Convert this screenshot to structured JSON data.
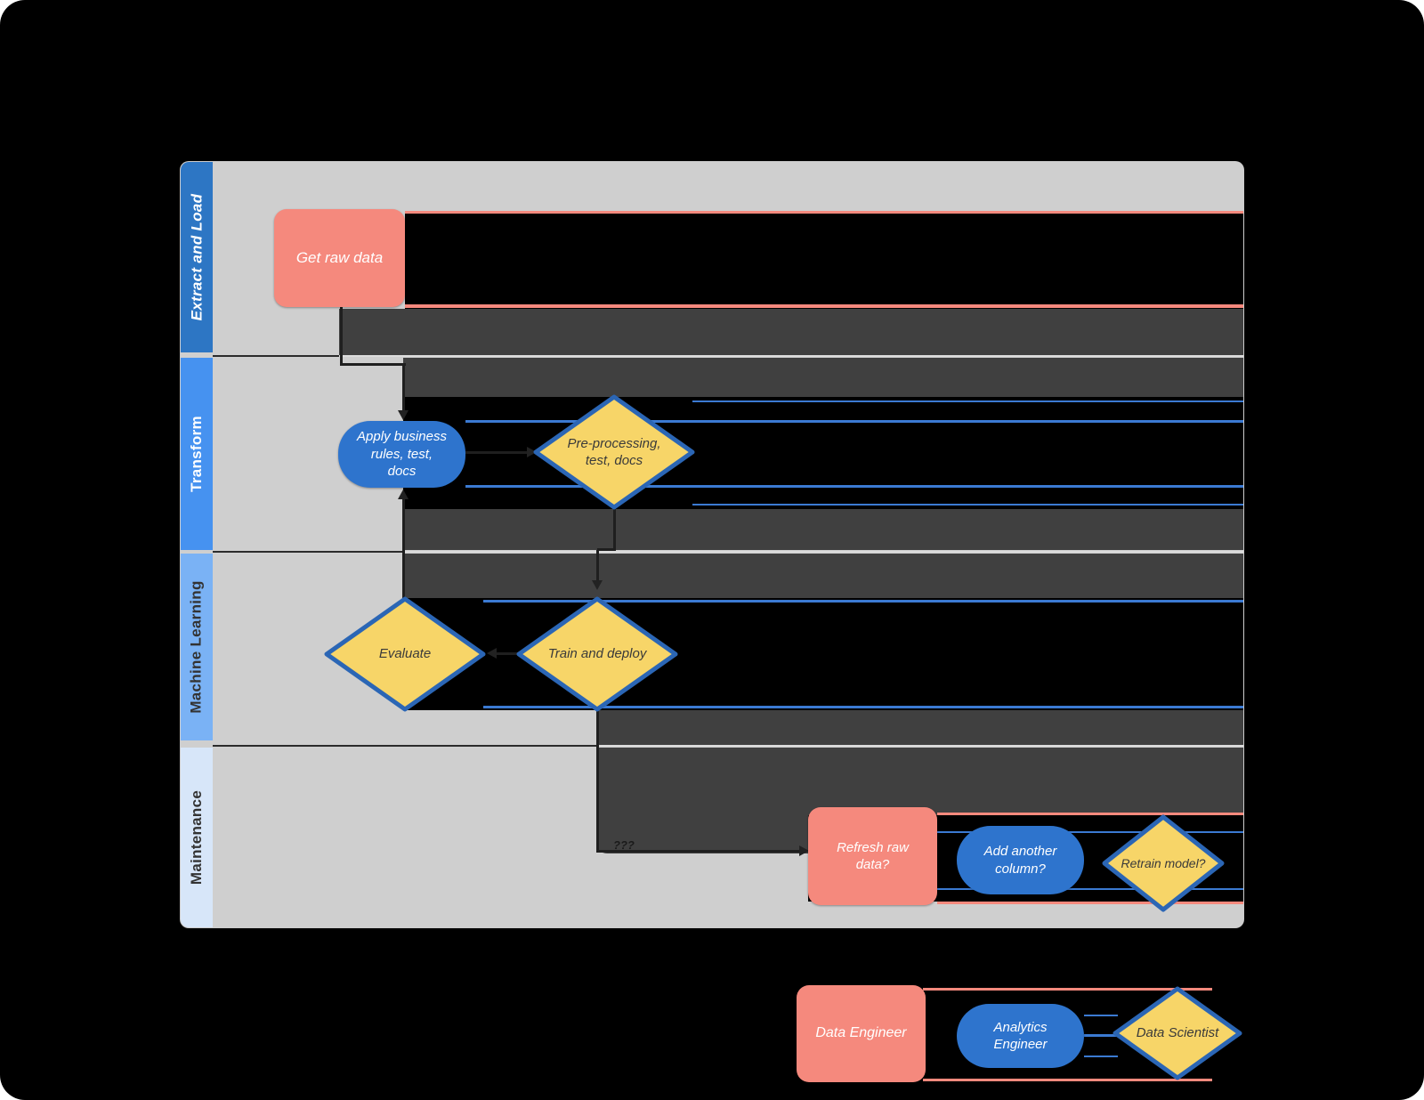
{
  "diagram": {
    "type": "swimlane-flowchart",
    "lanes": [
      {
        "label": "Extract and Load"
      },
      {
        "label": "Transform"
      },
      {
        "label": "Machine Learning"
      },
      {
        "label": "Maintenance"
      }
    ],
    "nodes": {
      "get_raw_data": "Get raw data",
      "apply_rules": "Apply business\nrules, test,\ndocs",
      "preprocessing": "Pre-processing,\ntest, docs",
      "evaluate": "Evaluate",
      "train_deploy": "Train and deploy",
      "refresh_raw_data": "Refresh raw\ndata?",
      "add_column": "Add another\ncolumn?",
      "retrain_model": "Retrain model?"
    },
    "connector_labels": {
      "train_to_refresh": "???"
    },
    "legend": {
      "data_engineer": "Data Engineer",
      "analytics_engineer": "Analytics\nEngineer",
      "data_scientist": "Data Scientist"
    },
    "colors": {
      "lane_header_extract": "#2d76c4",
      "lane_header_transform": "#4692f0",
      "lane_header_ml": "#7ab2f5",
      "lane_header_maintenance": "#d7e6f9",
      "lane_background": "#cfcfcf",
      "overlay_dark_gray": "#404040",
      "overlay_black": "#000000",
      "process_salmon": "#f5897d",
      "pill_blue": "#2e74cd",
      "diamond_fill": "#f7d568",
      "diamond_border": "#2b66b5",
      "page_background": "#000000"
    }
  }
}
